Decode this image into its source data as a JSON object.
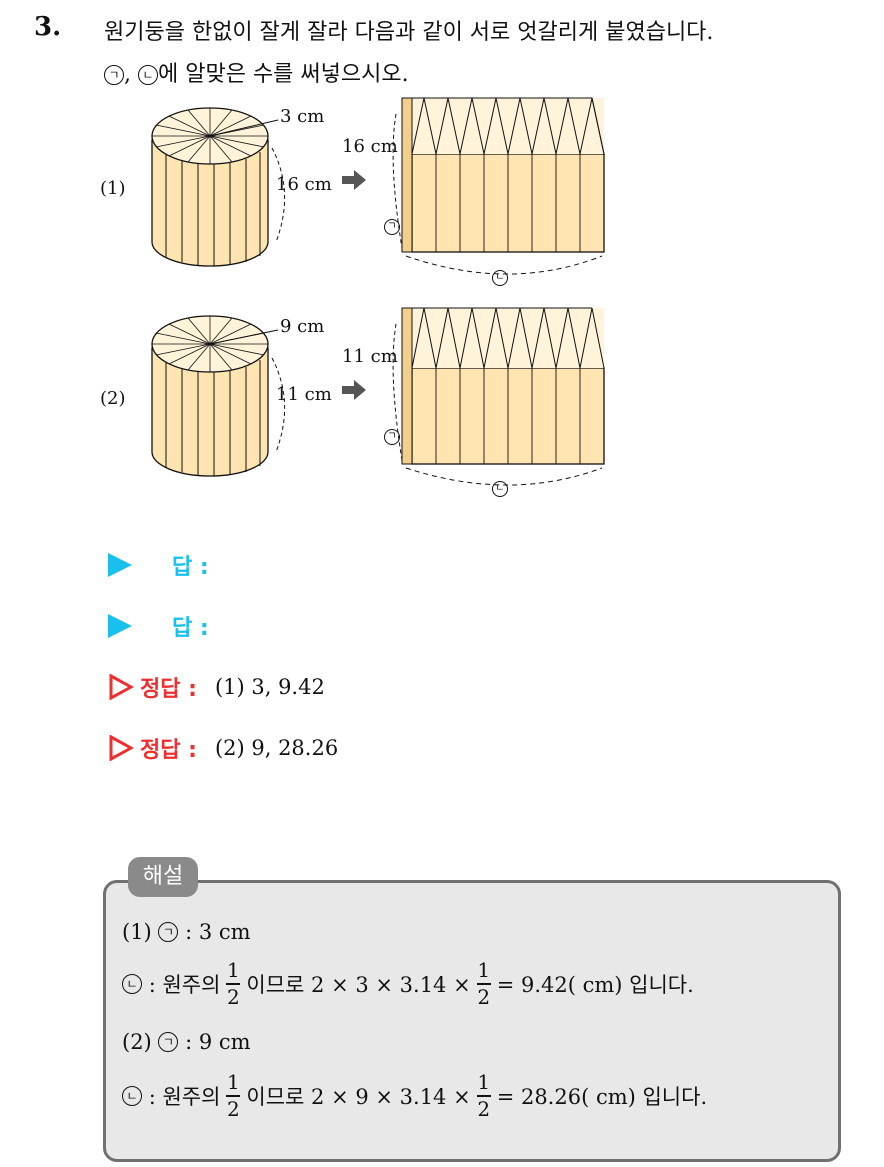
{
  "question": {
    "number": "3.",
    "line1": "원기둥을 한없이 잘게 잘라 다음과 같이 서로 엇갈리게 붙였습니다.",
    "line2_marker1": "ㄱ",
    "line2_sep": ",",
    "line2_marker2": "ㄴ",
    "line2_text": "에 알맞은 수를 써넣으시오."
  },
  "figures": [
    {
      "label": "(1)",
      "radius": "3 cm",
      "height": "16 cm",
      "rect_height": "16 cm",
      "marker_a": "ㄱ",
      "marker_b": "ㄴ"
    },
    {
      "label": "(2)",
      "radius": "9 cm",
      "height": "11 cm",
      "rect_height": "11 cm",
      "marker_a": "ㄱ",
      "marker_b": "ㄴ"
    }
  ],
  "answers": {
    "blank_label": "답 :",
    "correct_label": "정답 :",
    "correct": [
      {
        "value": "(1) 3, 9.42"
      },
      {
        "value": "(2) 9, 28.26"
      }
    ]
  },
  "explanation": {
    "tag": "해설",
    "p1_head": "(1)",
    "p1_marker": "ㄱ",
    "p1_text": ":  3 cm",
    "p1b_marker": "ㄴ",
    "p1b_pre": ":  원주의",
    "p1b_mid": "이므로 2 × 3 × 3.14 ×",
    "p1b_post": "= 9.42( cm) 입니다.",
    "frac_num": "1",
    "frac_den": "2",
    "p2_head": "(2)",
    "p2_marker": "ㄱ",
    "p2_text": ":  9 cm",
    "p2b_marker": "ㄴ",
    "p2b_pre": ":  원주의",
    "p2b_mid": "이므로 2 × 9 × 3.14 ×",
    "p2b_post": "= 28.26( cm) 입니다."
  },
  "colors": {
    "cyan": "#19c0ee",
    "red": "#ee2f2f",
    "fill": "#fde4b0",
    "top_fill": "#fff3da",
    "box_bg": "#e8e8e8",
    "box_border": "#707070"
  }
}
